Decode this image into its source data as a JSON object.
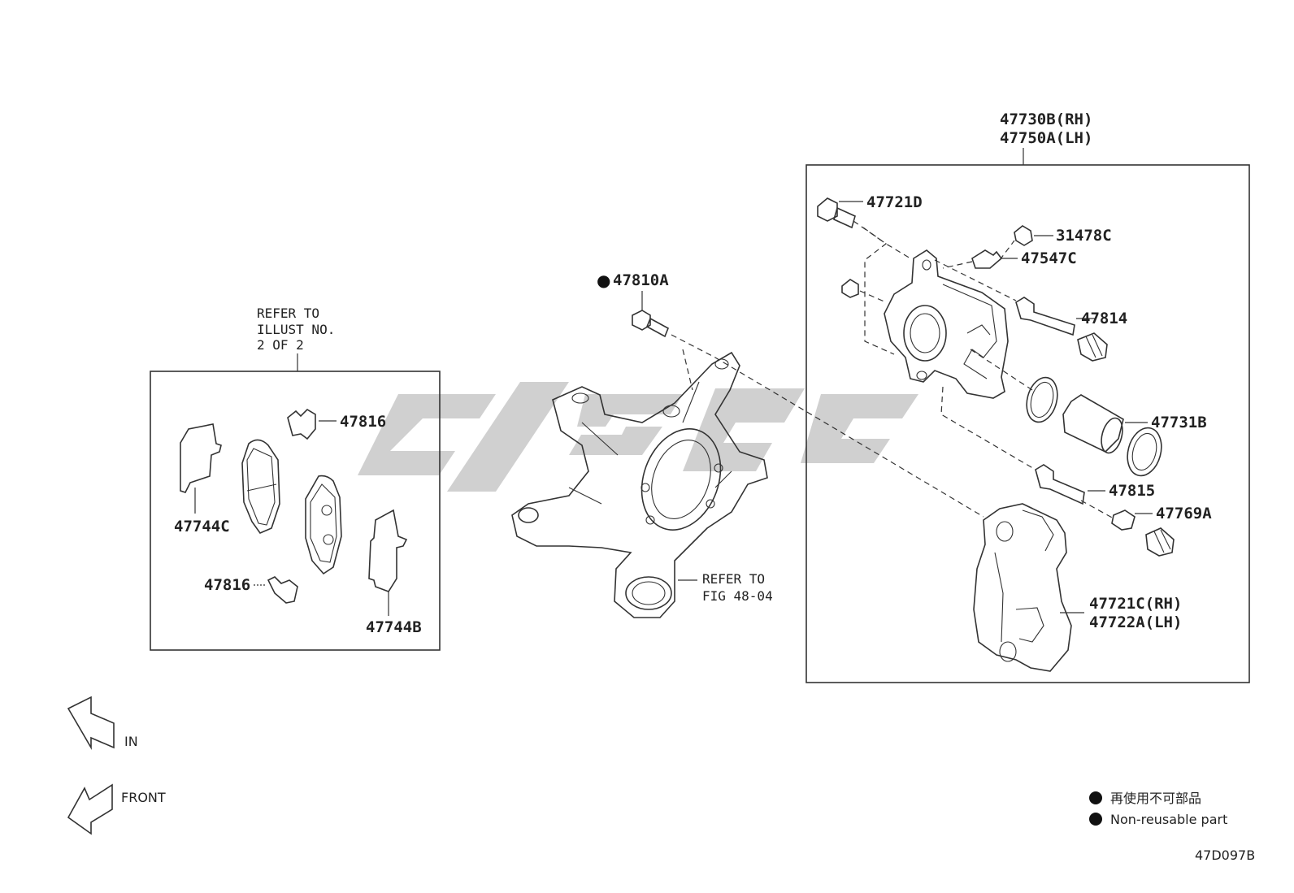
{
  "labels": {
    "caliper_rh": "47730B(RH)",
    "caliper_lh": "47750A(LH)",
    "bolt_47721d": "47721D",
    "cap_31478c": "31478C",
    "bleeder_47547c": "47547C",
    "pin_47814": "47814",
    "piston_47731b": "47731B",
    "pin_47815": "47815",
    "bushing_47769a": "47769A",
    "bracket_rh": "47721C(RH)",
    "bracket_lh": "47722A(LH)",
    "bolt_47810a": "47810A",
    "refer_fig_1": "REFER TO",
    "refer_fig_2": "FIG 48-04",
    "refer_illust_1": "REFER TO",
    "refer_illust_2": "ILLUST NO.",
    "refer_illust_3": "2 OF 2",
    "clip_top": "47816",
    "clip_bottom": "47816",
    "shim_47744c": "47744C",
    "shim_47744b": "47744B"
  },
  "direction": {
    "in": "IN",
    "front": "FRONT"
  },
  "legend": {
    "jp": "再使用不可部品",
    "en": "Non-reusable part"
  },
  "figure_code": "47D097B"
}
